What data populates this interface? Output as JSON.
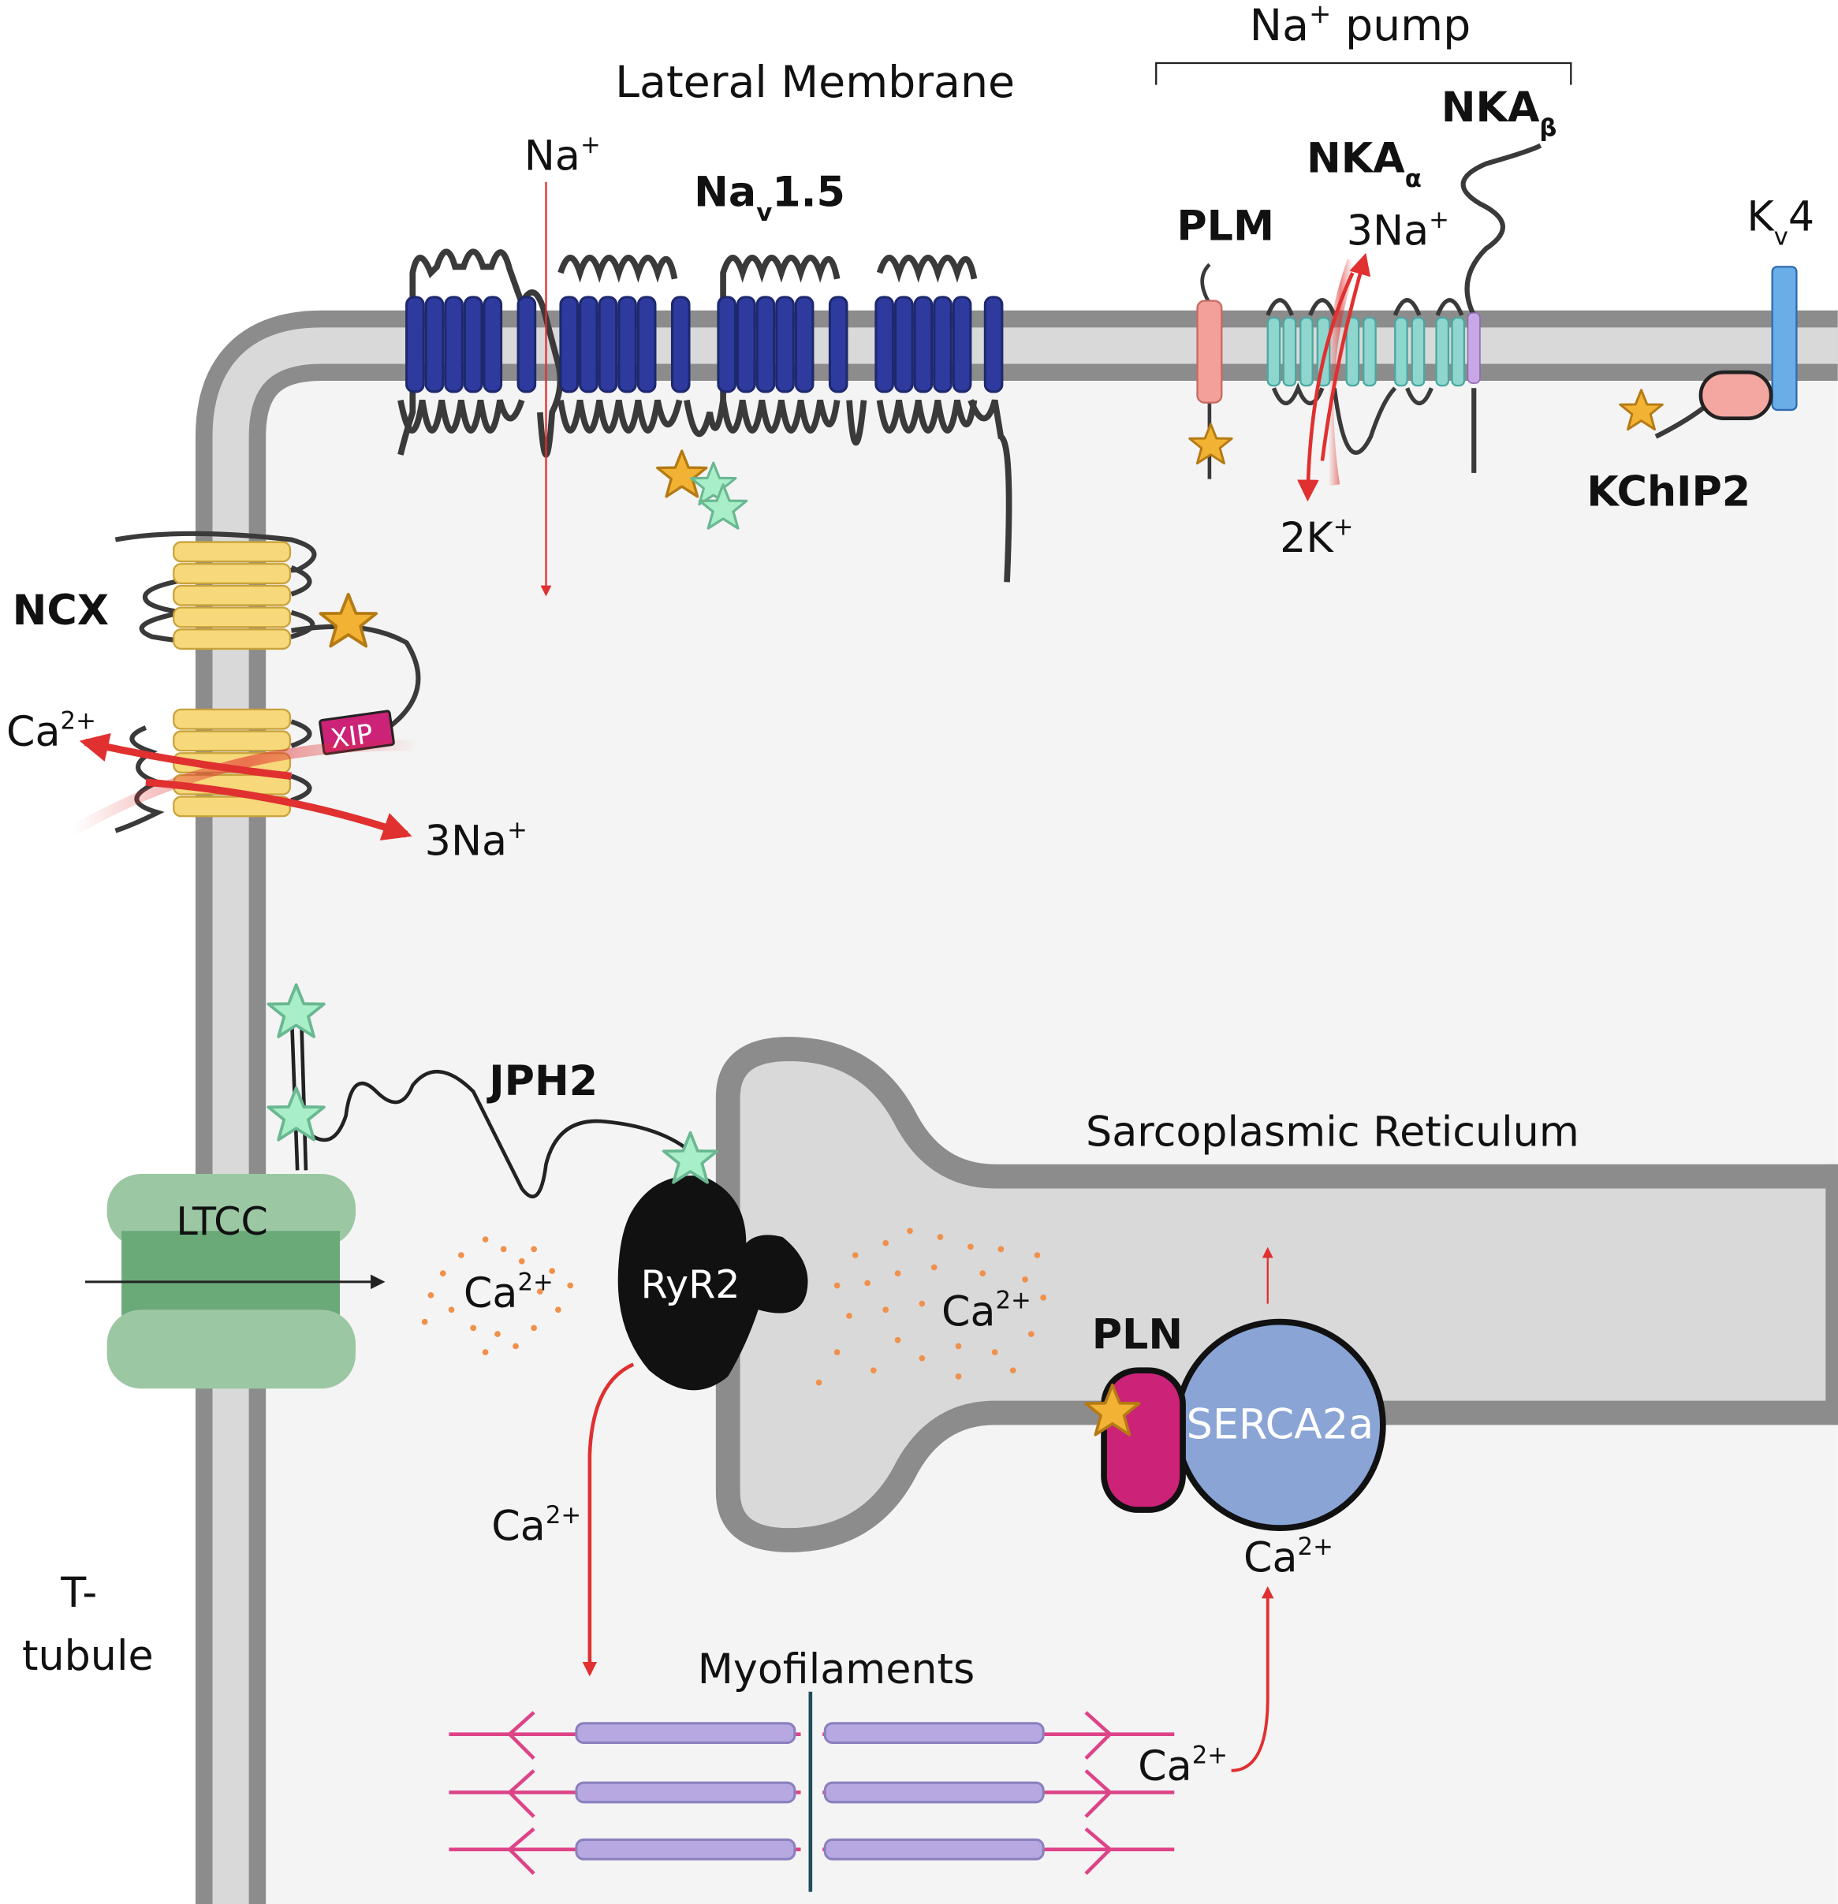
{
  "labels": {
    "lateral_membrane": "Lateral Membrane",
    "na_pump": "Na",
    "na_pump_sup": "+",
    "na_pump_rest": " pump",
    "nav15_main": "Na",
    "nav15_sub": "v",
    "nav15_rest": "1.5",
    "na_ion": "Na",
    "na_ion_sup": "+",
    "nka_alpha": "NKA",
    "nka_alpha_sub": "α",
    "nka_beta": "NKA",
    "nka_beta_sub": "β",
    "plm": "PLM",
    "three_na_pump": "3Na",
    "three_na_pump_sup": "+",
    "two_k": "2K",
    "two_k_sup": "+",
    "kv4_main": "K",
    "kv4_sub": "v",
    "kv4_rest": "4",
    "kchip2": "KChIP2",
    "ncx": "NCX",
    "xip": "XIP",
    "ncx_ca": "Ca",
    "ncx_ca_sup": "2+",
    "ncx_na": "3Na",
    "ncx_na_sup": "+",
    "jph2": "JPH2",
    "sr": "Sarcoplasmic Reticulum",
    "ltcc": "LTCC",
    "ryr2": "RyR2",
    "ca_cyto": "Ca",
    "ca_cyto_sup": "2+",
    "ca_sr": "Ca",
    "ca_sr_sup": "2+",
    "pln": "PLN",
    "serca": "SERCA2a",
    "ca_serca": "Ca",
    "ca_serca_sup": "2+",
    "ca_release": "Ca",
    "ca_release_sup": "2+",
    "myofilaments": "Myofilaments",
    "ca_myo": "Ca",
    "ca_myo_sup": "2+",
    "ttubule_line1": "T-",
    "ttubule_line2": "tubule"
  },
  "colors": {
    "membrane_outer": "#8c8c8c",
    "membrane_inner": "#d9d9d9",
    "cytoplasm": "#f4f4f4",
    "nav_blue": "#2e3a9e",
    "ncx_yellow": "#f7d87a",
    "nka_teal": "#8fd6cf",
    "plm_pink": "#f4a09a",
    "kv4_blue": "#6aaee8",
    "pln_magenta": "#cc2277",
    "serca_blue": "#8aa4d6",
    "ltcc_green": "#9cc7a3",
    "ltcc_dark_green": "#6aa978",
    "ryr2_black": "#111111",
    "ion_arrow_red": "#e03030",
    "calcium_dots": "#f0904a",
    "star_gold": "#f2b233",
    "star_mint": "#a8eec8",
    "myo_pink": "#dd4488",
    "myo_purple": "#8a80bd"
  },
  "icons": {
    "phospho_site": "star-icon",
    "ion_flow": "arrow-icon"
  }
}
